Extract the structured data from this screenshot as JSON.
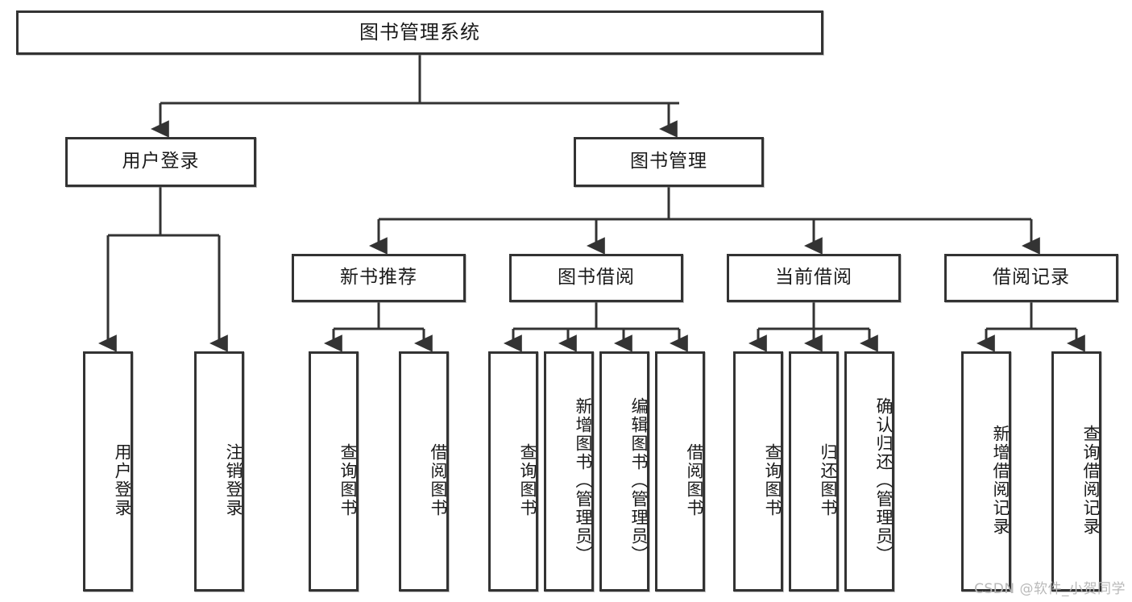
{
  "diagram": {
    "title": "图书管理系统",
    "type": "tree-hierarchy",
    "stroke_color": "#333333",
    "fill_color": "#ffffff",
    "text_color": "#1a1a1a"
  },
  "root": {
    "label": "图书管理系统"
  },
  "level1": [
    {
      "label": "用户登录"
    },
    {
      "label": "图书管理"
    }
  ],
  "level2": [
    {
      "label": "新书推荐"
    },
    {
      "label": "图书借阅"
    },
    {
      "label": "当前借阅"
    },
    {
      "label": "借阅记录"
    }
  ],
  "leaves": {
    "user_login": [
      {
        "label": "用户登录"
      },
      {
        "label": "注销登录"
      }
    ],
    "new_book_recommend": [
      {
        "label": "查询图书"
      },
      {
        "label": "借阅图书"
      }
    ],
    "book_borrow": [
      {
        "label": "查询图书"
      },
      {
        "label": "新增图书（管理员）"
      },
      {
        "label": "编辑图书（管理员）"
      },
      {
        "label": "借阅图书"
      }
    ],
    "current_borrow": [
      {
        "label": "查询图书"
      },
      {
        "label": "归还图书"
      },
      {
        "label": "确认归还（管理员）"
      }
    ],
    "borrow_record": [
      {
        "label": "新增借阅记录"
      },
      {
        "label": "查询借阅记录"
      }
    ]
  },
  "watermark": {
    "text": "CSDN @软件_小贺同学"
  }
}
